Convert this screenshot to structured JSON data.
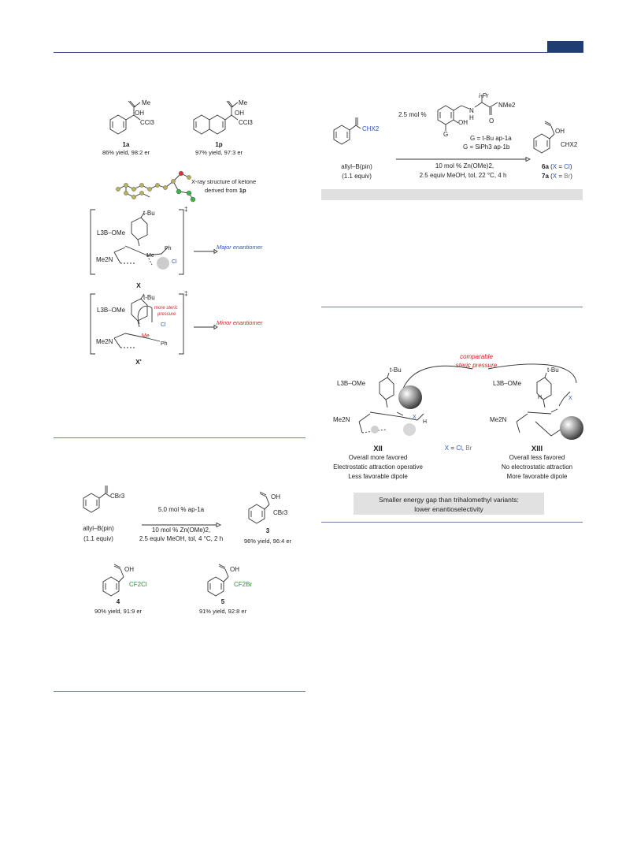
{
  "header": {
    "title": ""
  },
  "left": {
    "cmpd_1a": {
      "label": "1a",
      "result": "86% yield, 98:2 er",
      "me": "Me",
      "oh": "OH",
      "cx3": "CCl3"
    },
    "cmpd_1p": {
      "label": "1p",
      "result": "97% yield, 97:3 er",
      "me": "Me",
      "oh": "OH",
      "cx3": "CCl3"
    },
    "xray": {
      "line1": "X-ray structure of ketone",
      "line2_prefix": "derived from ",
      "line2_bold": "1p"
    },
    "ts_X": {
      "label": "X",
      "tbu": "t-Bu",
      "l3b": "L3B–OMe",
      "me2n": "Me2N",
      "me": "Me",
      "ph": "Ph",
      "cl": "Cl",
      "outcome": "Major enantiomer",
      "dagger": "‡"
    },
    "ts_Xprime": {
      "label": "X'",
      "tbu": "t-Bu",
      "l3b": "L3B–OMe",
      "me2n": "Me2N",
      "me": "Me",
      "ph": "Ph",
      "cl": "Cl",
      "steric_note_1": "more steric",
      "steric_note_2": "pressure",
      "outcome": "Minor enantiomer",
      "dagger": "‡"
    },
    "scheme2": {
      "reagent": "allyl–B(pin)",
      "equiv": "(1.1 equiv)",
      "ketone_cx3": "CBr3",
      "catalyst": "5.0 mol % ap-1a",
      "cond1": "10 mol % Zn(OMe)2,",
      "cond2": "2.5 equiv MeOH, tol, 4 °C, 2 h",
      "p3": {
        "label": "3",
        "result": "96% yield, 96:4 er",
        "oh": "OH",
        "cx3": "CBr3"
      },
      "p4": {
        "label": "4",
        "result": "90% yield, 91:9 er",
        "oh": "OH",
        "cx3": "CF2Cl"
      },
      "p5": {
        "label": "5",
        "result": "91% yield, 92:8 er",
        "oh": "OH",
        "cx3": "CF2Br"
      }
    }
  },
  "right": {
    "scheme1": {
      "ketone_group": "CHX2",
      "loading": "2.5 mol %",
      "ipr": "i-Pr",
      "nh": "N",
      "h": "H",
      "nme2": "NMe2",
      "oh": "OH",
      "g": "G",
      "o": "O",
      "g_line1": "G = t-Bu ap-1a",
      "g_line2": "G = SiPh3 ap-1b",
      "reagent": "allyl–B(pin)",
      "equiv": "(1.1 equiv)",
      "cond1": "10 mol % Zn(OMe)2,",
      "cond2": "2.5 equiv MeOH, tol, 22 °C, 4 h",
      "product_group": "CHX2",
      "product_oh": "OH",
      "p6a": "6a (X = Cl)",
      "p7a": "7a (X = Br)"
    },
    "models": {
      "comparable_1": "comparable",
      "comparable_2": "steric pressure",
      "XII": {
        "label": "XII",
        "lines": [
          "Overall more favored",
          "Electrostatic attraction operative",
          "Less favorable dipole"
        ],
        "tbu": "t-Bu",
        "l3b": "L3B–OMe",
        "me2n": "Me2N",
        "x": "X",
        "h": "H"
      },
      "XIII": {
        "label": "XIII",
        "lines": [
          "Overall less favored",
          "No electrostatic attraction",
          "More favorable dipole"
        ],
        "tbu": "t-Bu",
        "l3b": "L3B–OMe",
        "me2n": "Me2N",
        "x": "X",
        "h": "H"
      },
      "x_def": "X = Cl, Br",
      "summary_1": "Smaller energy gap than trihalomethyl variants:",
      "summary_2": "lower enantioselectivity"
    }
  },
  "colors": {
    "rule": "#2c4a78",
    "tab": "#1f3d73",
    "blue": "#2f55c8",
    "red": "#d42020",
    "green": "#2f8a3b",
    "box": "#e0e0e0"
  }
}
